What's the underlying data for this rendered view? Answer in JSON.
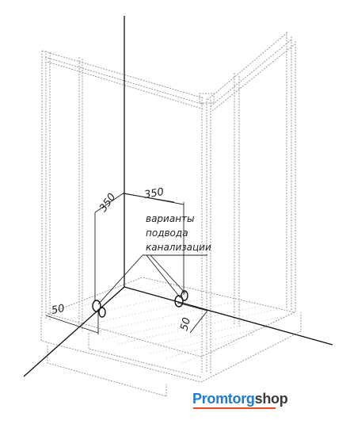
{
  "dimensions": {
    "back_offset": "350",
    "side_offset": "350",
    "front_offset_left": "50",
    "front_offset_right": "50"
  },
  "annotation": {
    "line1": "варианты",
    "line2": "подвода",
    "line3": "канализации"
  },
  "logo": {
    "part1": "Promtorg",
    "part2": "shop"
  },
  "colors": {
    "line": "#111111",
    "frame": "#9a9a9a",
    "logo_blue": "#1f7ad0",
    "logo_dark": "#3a3a3a",
    "logo_accent": "#e84b24"
  }
}
